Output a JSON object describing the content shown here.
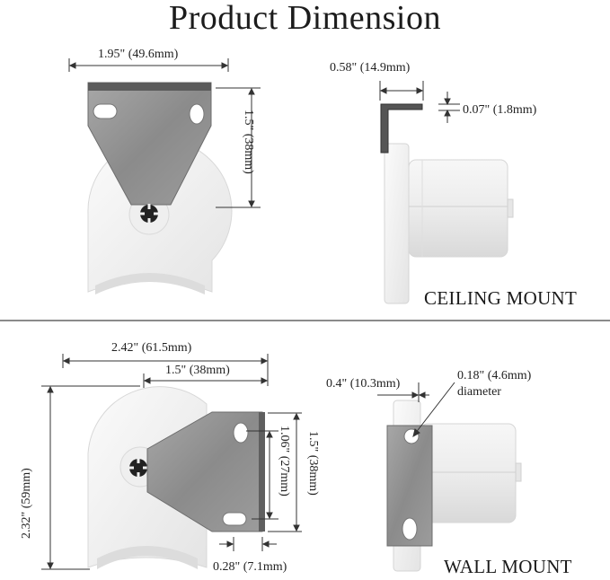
{
  "title": "Product Dimension",
  "top_front": {
    "width_label": "1.95\" (49.6mm)",
    "height_label": "1.5\" (38mm)"
  },
  "top_side": {
    "depth_label": "0.58\" (14.9mm)",
    "thickness_label": "0.07\" (1.8mm)",
    "mount_label": "CEILING MOUNT"
  },
  "bottom_front": {
    "total_width_label": "2.42\" (61.5mm)",
    "bracket_width_label": "1.5\" (38mm)",
    "total_height_label": "2.32\" (59mm)",
    "hole_spacing_label": "1.06\" (27mm)",
    "bracket_height_label": "1.5\" (38mm)",
    "edge_offset_label": "0.28\" (7.1mm)"
  },
  "bottom_side": {
    "offset_label": "0.4\" (10.3mm)",
    "hole_label": "0.18\" (4.6mm)",
    "hole_sublabel": "diameter",
    "mount_label": "WALL MOUNT"
  },
  "colors": {
    "plastic": "#f1f1f1",
    "steel": "#8f8f8f",
    "line": "#333333"
  }
}
